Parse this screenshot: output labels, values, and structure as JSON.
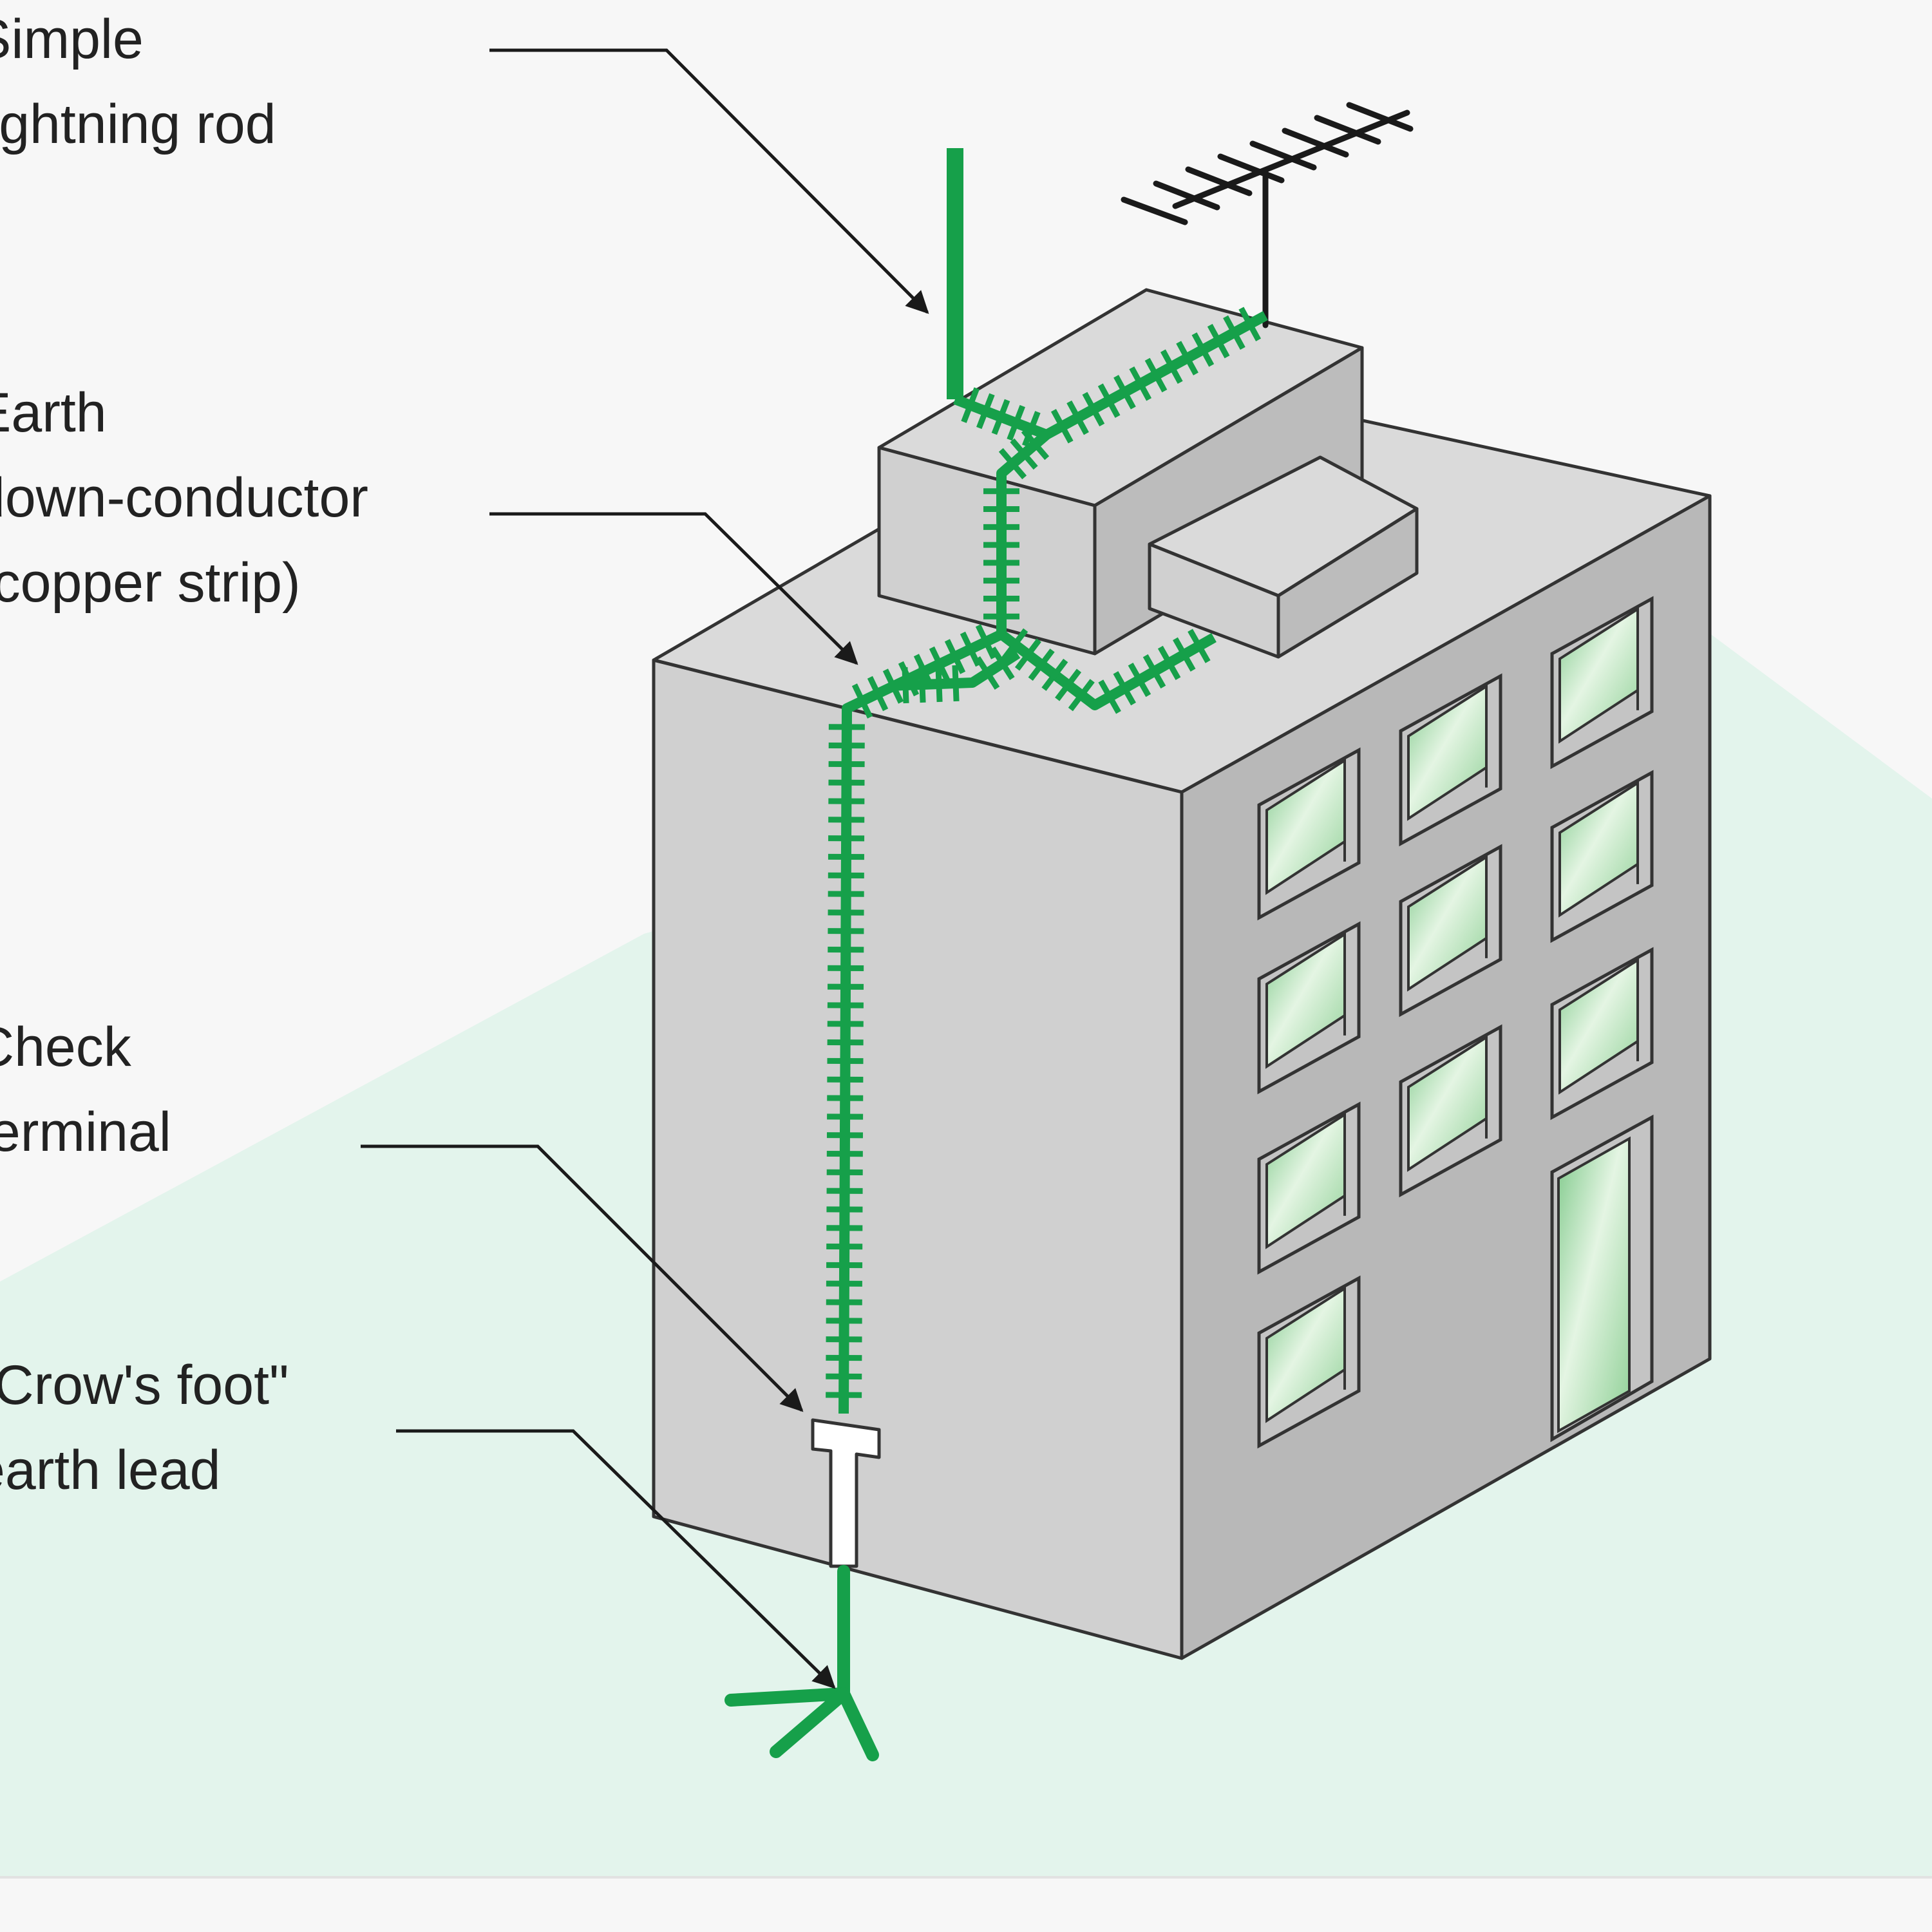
{
  "labels": {
    "lightning_rod": [
      "Simple",
      "lightning rod"
    ],
    "down_conductor": [
      "Earth",
      "down-conductor",
      "(copper strip)"
    ],
    "check_terminal": [
      "Check",
      "terminal"
    ],
    "earth_lead": [
      "\"Crow's foot\"",
      "earth lead"
    ]
  },
  "colors": {
    "background": "#f7f7f7",
    "ground": "#e3f4ec",
    "building_front": "#d0d0d0",
    "building_side": "#b8b8b8",
    "building_top": "#dadada",
    "outline": "#333333",
    "conductor_green": "#16a04a",
    "window_glass": "#a9dcaa"
  }
}
